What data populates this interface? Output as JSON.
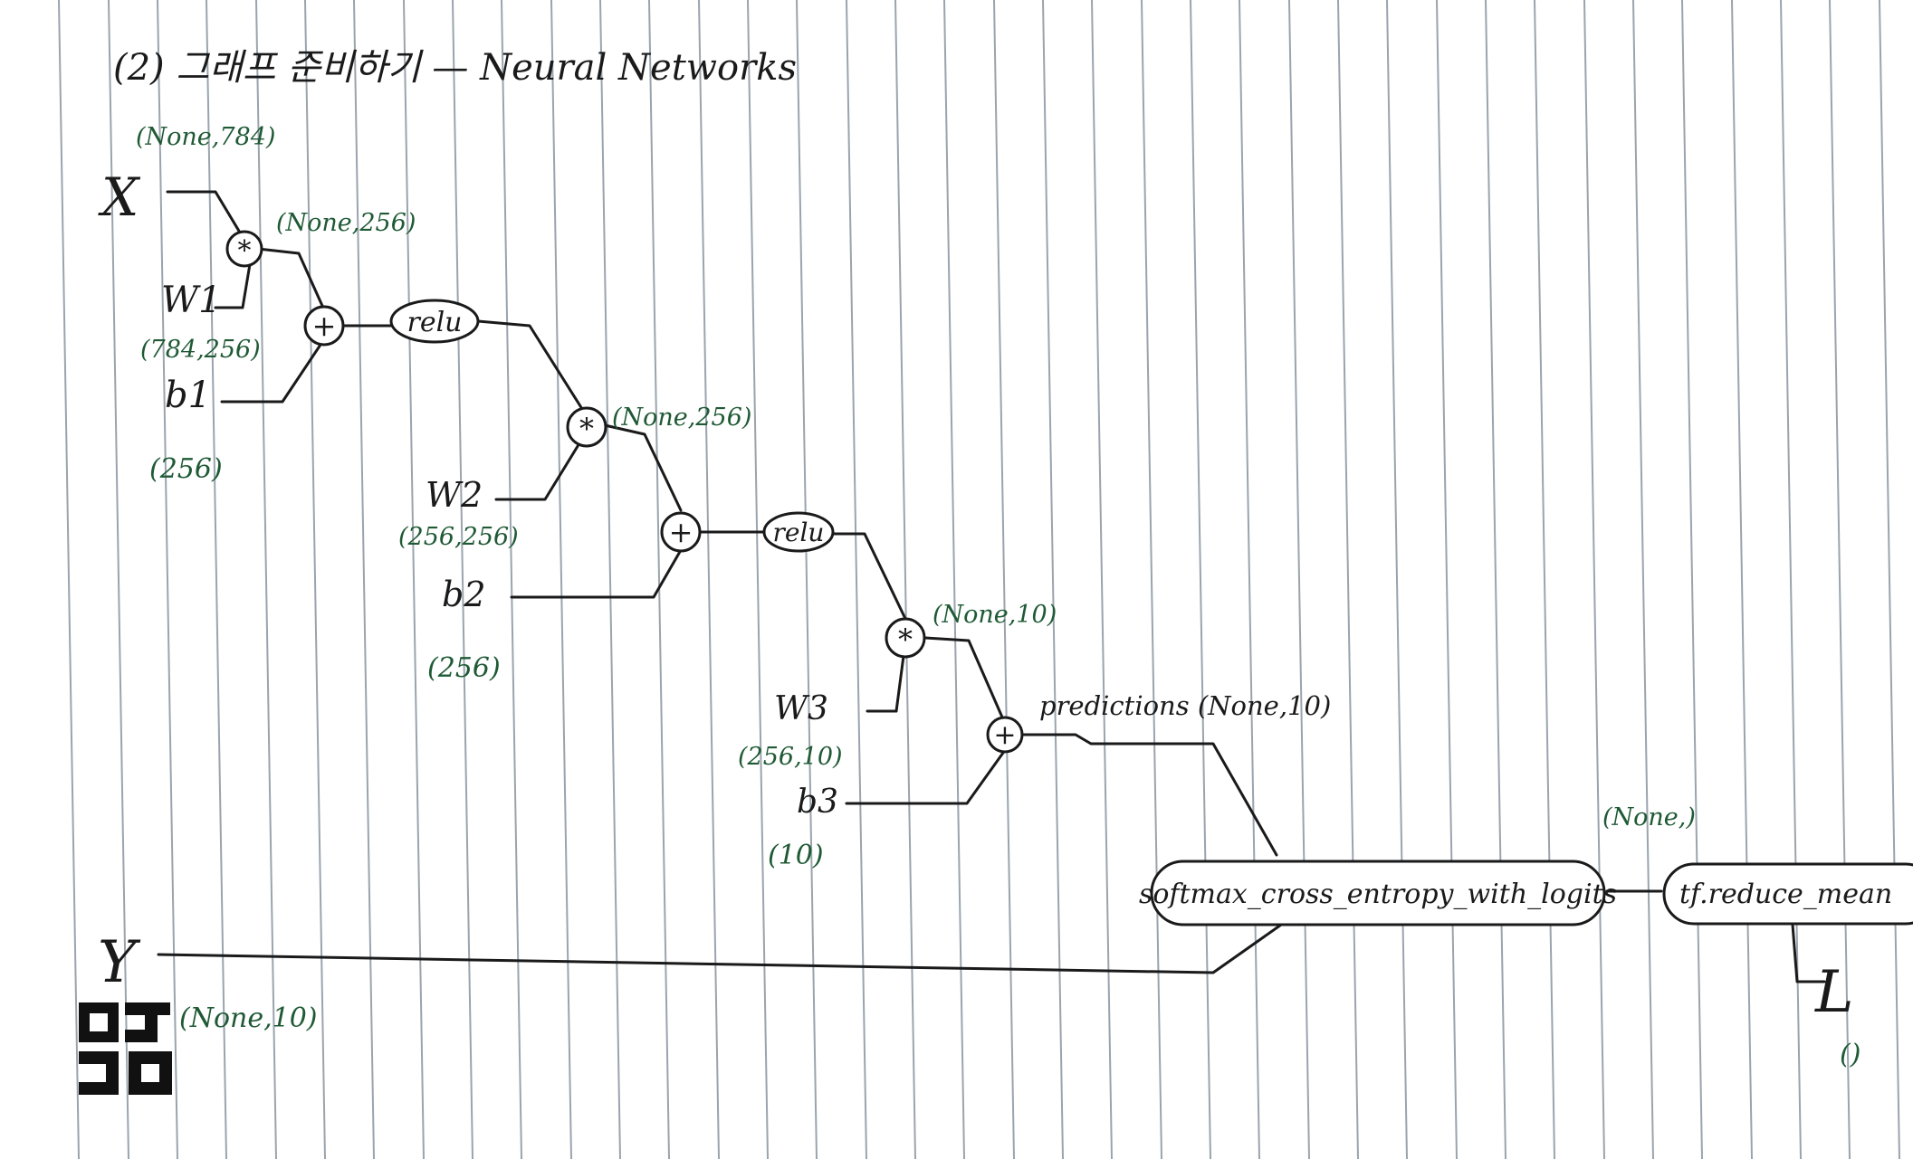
{
  "title": "(2) 그래프 준비하기 — Neural Networks",
  "layer1": {
    "x_label": "X",
    "x_shape": "(None,784)",
    "w_label": "W1",
    "w_shape": "(784,256)",
    "b_label": "b1",
    "b_shape": "(256)",
    "mul_symbol": "*",
    "mul_shape": "(None,256)",
    "add_symbol": "+",
    "act_label": "relu"
  },
  "layer2": {
    "w_label": "W2",
    "w_shape": "(256,256)",
    "b_label": "b2",
    "b_shape": "(256)",
    "mul_symbol": "*",
    "mul_shape": "(None,256)",
    "add_symbol": "+",
    "act_label": "relu"
  },
  "layer3": {
    "w_label": "W3",
    "w_shape": "(256,10)",
    "b_label": "b3",
    "b_shape": "(10)",
    "mul_symbol": "*",
    "mul_shape": "(None,10)",
    "add_symbol": "+",
    "pred_label": "predictions (None,10)"
  },
  "loss": {
    "softmax_label": "softmax_cross_entropy_with_logits",
    "softmax_shape": "(None,)",
    "reduce_label": "tf.reduce_mean",
    "y_label": "Y",
    "y_shape": "(None,10)",
    "l_label": "L",
    "l_shape": "()"
  },
  "colors": {
    "ink": "#1a1a1a",
    "shape_annotation": "#1f5a35",
    "ruled_lines": "#9aa4ad"
  },
  "icons": {
    "logo": "qr-style-logo"
  }
}
